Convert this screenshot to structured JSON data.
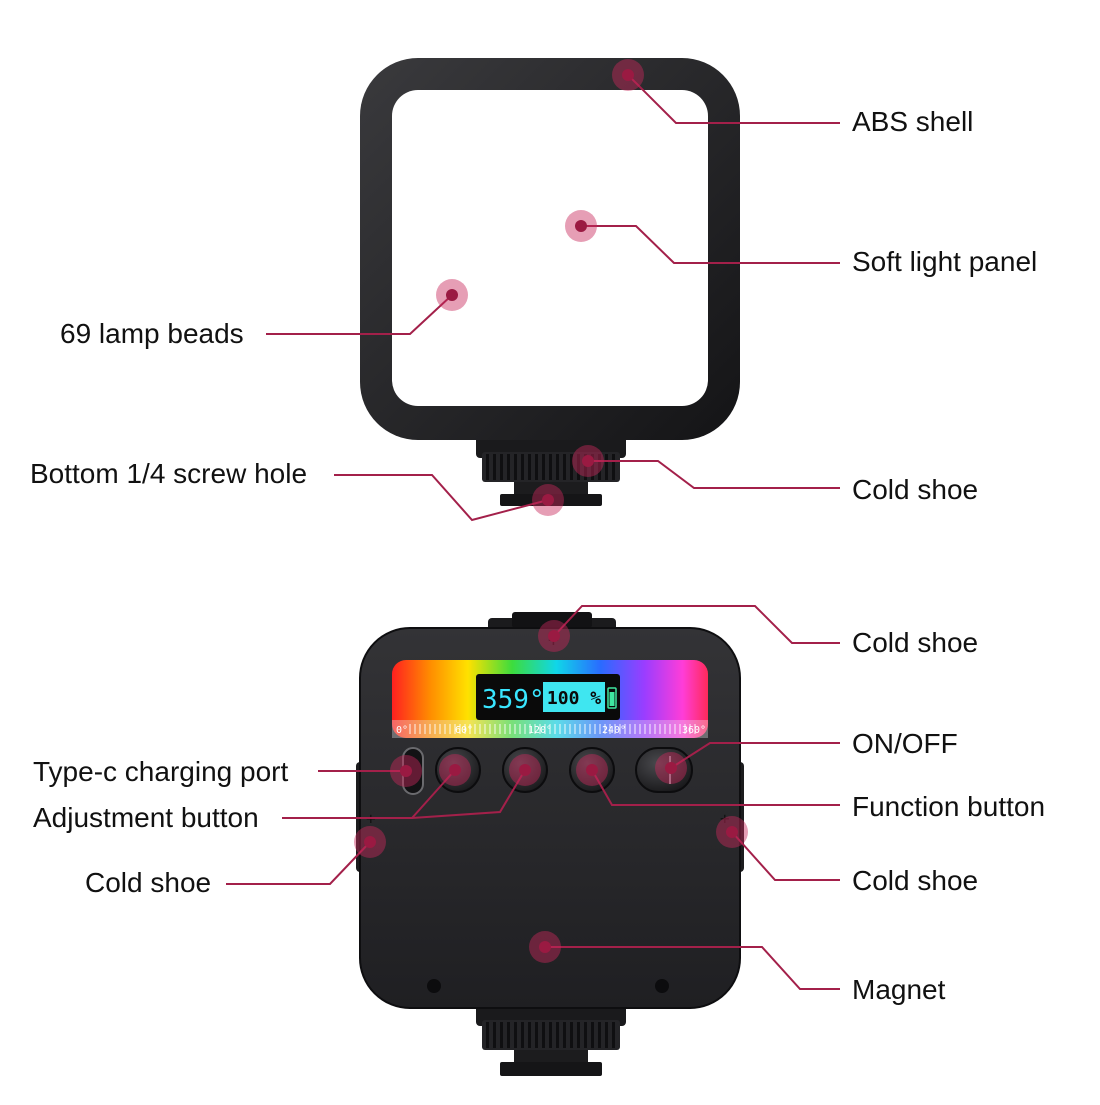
{
  "labels": {
    "abs_shell": "ABS shell",
    "soft_light_panel": "Soft light panel",
    "lamp_beads": "69 lamp beads",
    "screw_hole": "Bottom 1/4 screw hole",
    "cold_shoe_front": "Cold shoe",
    "cold_shoe_back_top": "Cold shoe",
    "on_off": "ON/OFF",
    "type_c": "Type-c charging port",
    "adjustment": "Adjustment button",
    "function": "Function button",
    "cold_shoe_left": "Cold shoe",
    "cold_shoe_right": "Cold shoe",
    "magnet": "Magnet"
  },
  "display": {
    "hue": "359°",
    "battery": "100 %",
    "scale": [
      "0°",
      "60°",
      "120°",
      "240°",
      "360°"
    ]
  },
  "colors": {
    "callout": "#a3204a",
    "marker": "#c8285a",
    "body": "#2b2b2e",
    "screen_bg": "#0a0a0a",
    "hue_text": "#39e6ff",
    "battery_bg": "#3fe6f0"
  }
}
